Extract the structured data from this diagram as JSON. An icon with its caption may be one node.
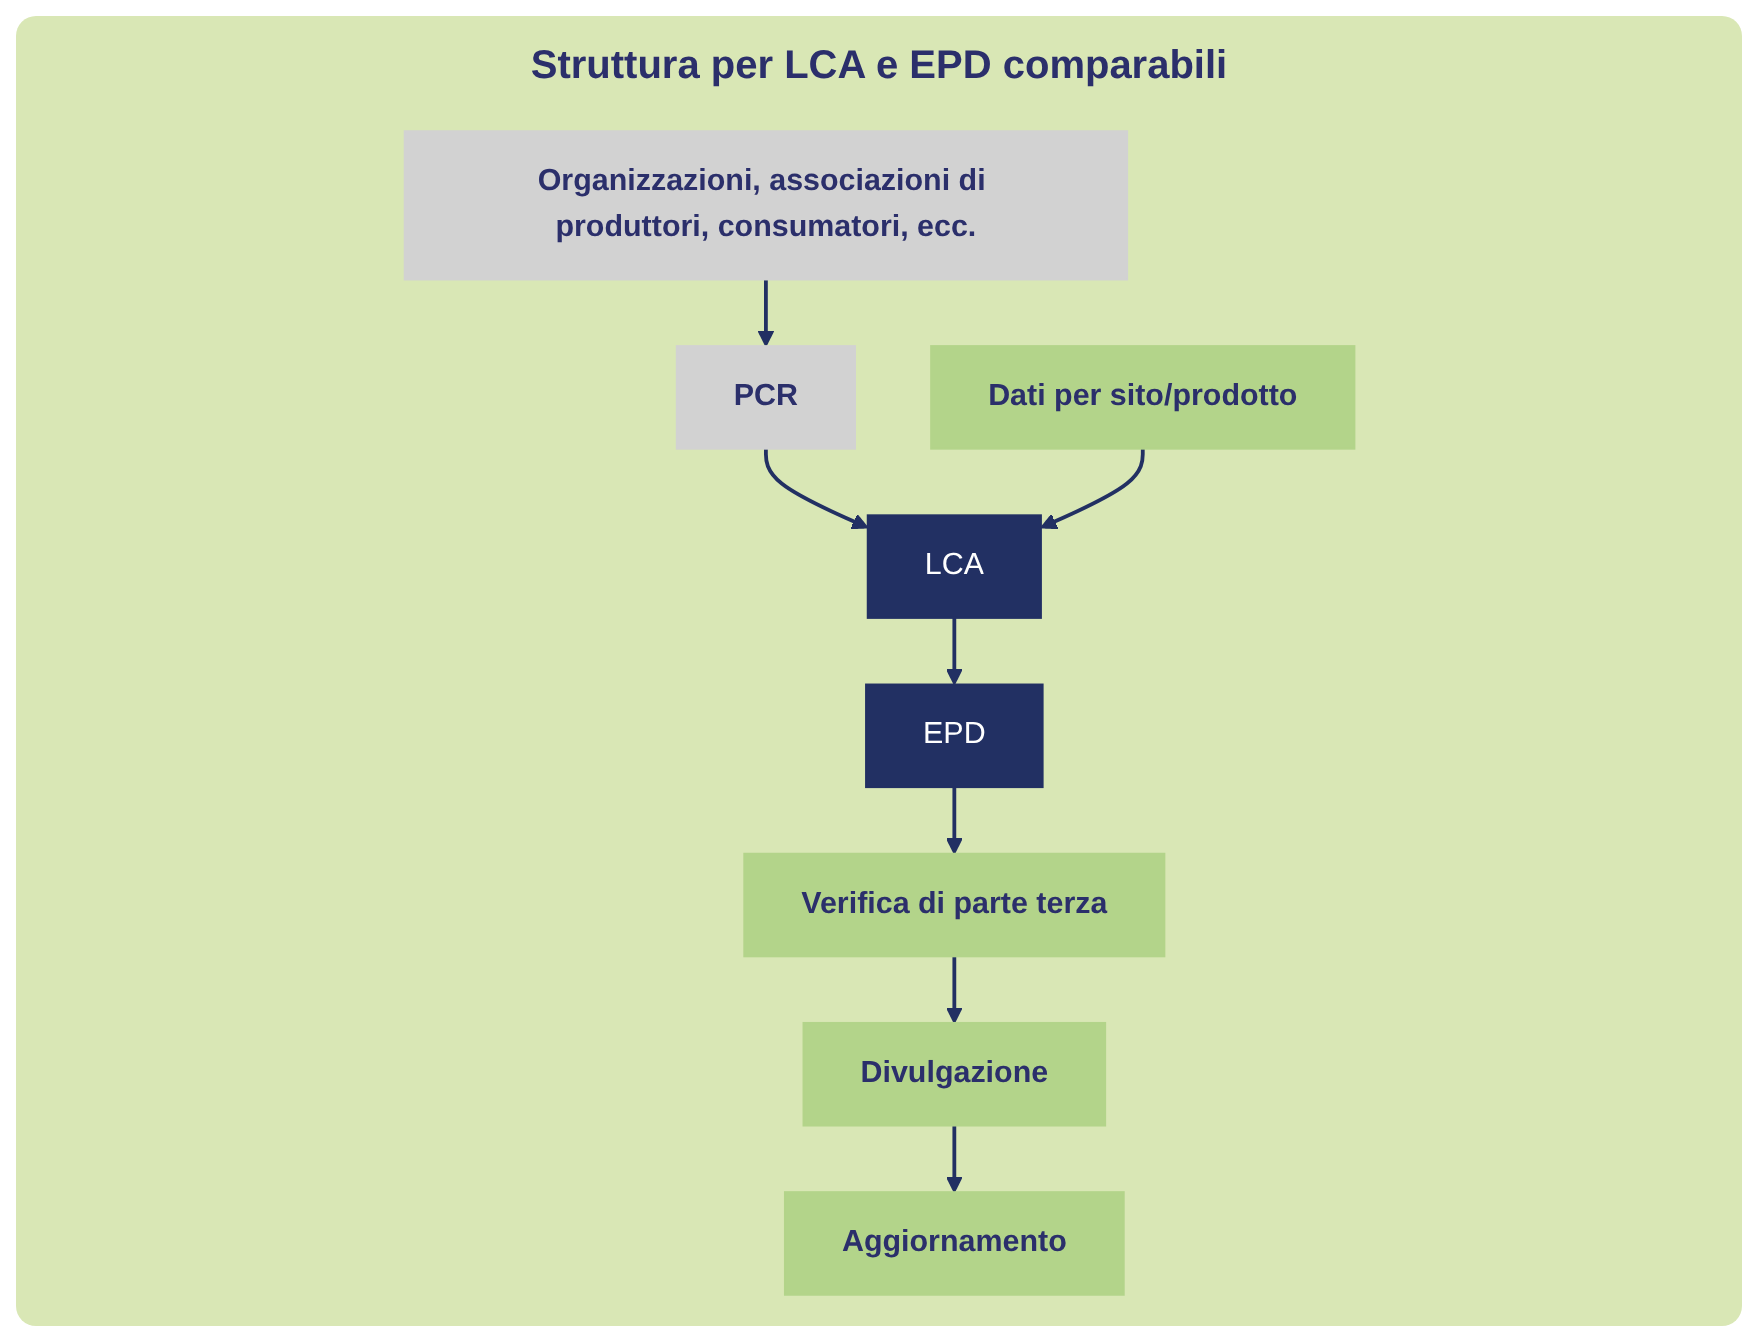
{
  "diagram": {
    "title": "Struttura per LCA e EPD comparabili",
    "nodes": [
      {
        "text": [
          "Organizzazioni, associazioni di produttori, consumatori, ecc."
        ]
      },
      {
        "text": [
          "PCR"
        ]
      },
      {
        "text": [
          "Dati per sito/prodotto"
        ]
      },
      {
        "text": [
          "LCA"
        ]
      },
      {
        "text": [
          "EPD"
        ]
      },
      {
        "text": [
          "Verifica di parte terza"
        ]
      },
      {
        "text": [
          "Divulgazione"
        ]
      },
      {
        "text": [
          "Aggiornamento"
        ]
      }
    ],
    "edges": [
      {
        "from": 0,
        "to": 1,
        "arrow": "to"
      },
      {
        "from": 1,
        "to": 3,
        "arrow": "to"
      },
      {
        "from": 2,
        "to": 3,
        "arrow": "to"
      },
      {
        "from": 3,
        "to": 4,
        "arrow": "to"
      },
      {
        "from": 4,
        "to": 5,
        "arrow": "to"
      },
      {
        "from": 5,
        "to": 6,
        "arrow": "to"
      },
      {
        "from": 6,
        "to": 7,
        "arrow": "to"
      }
    ]
  }
}
